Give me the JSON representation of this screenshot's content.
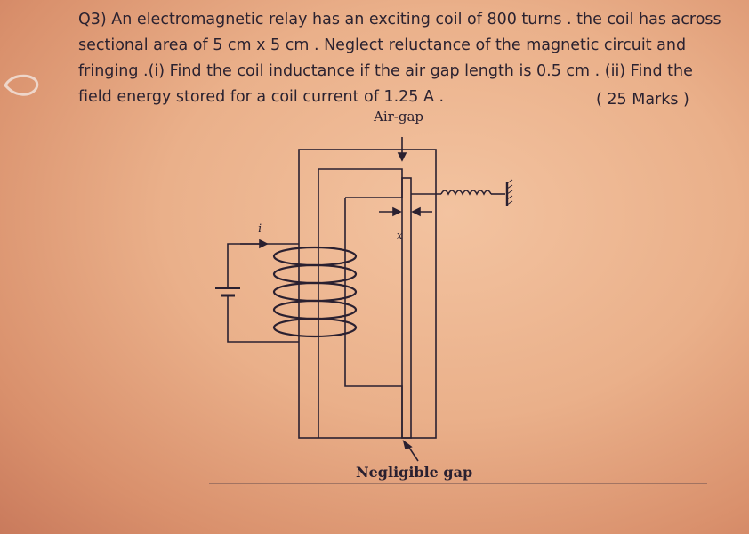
{
  "question": {
    "line1": "Q3) An electromagnetic relay has an exciting coil of 800 turns . the coil has across",
    "line2": "sectional area of 5 cm x 5 cm . Neglect  reluctance of the magnetic circuit and",
    "line3": "fringing .(i) Find the coil inductance if the air gap length is 0.5 cm . (ii) Find the",
    "line4": "field energy stored for a coil current of 1.25 A .",
    "marks": "( 25 Marks )"
  },
  "figure": {
    "air_gap_label": "Air-gap",
    "negligible_gap_label": "Negligible gap",
    "current_label": "i",
    "displacement_label": "x"
  },
  "colors": {
    "ink": "#2b2230",
    "paper": "#eab08a"
  }
}
